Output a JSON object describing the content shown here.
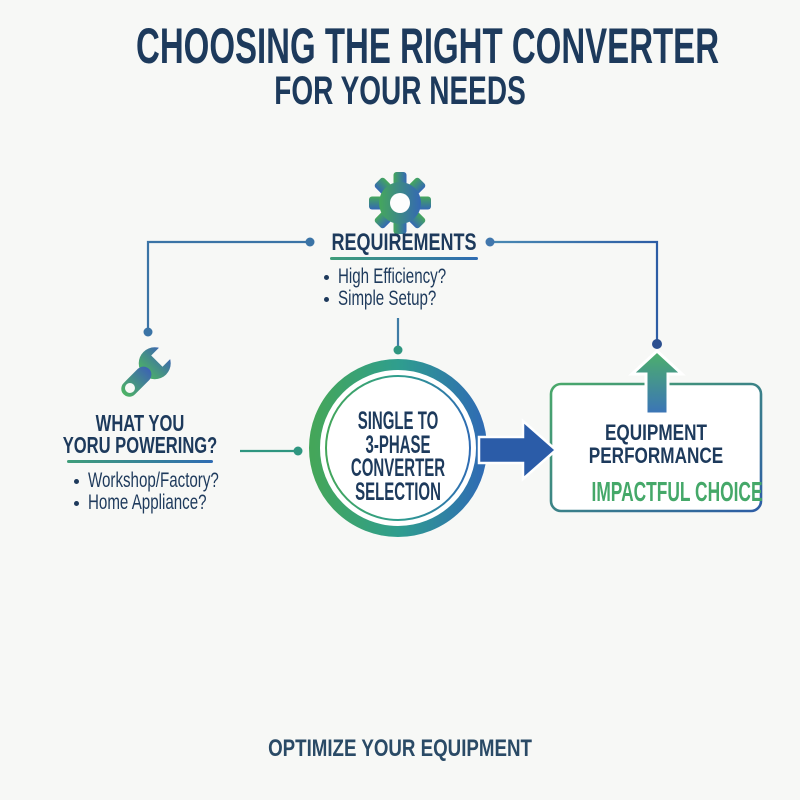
{
  "title": {
    "line1": "CHOOSING THE RIGHT CONVERTER",
    "line2": "FOR YOUR NEEDS"
  },
  "requirements": {
    "label": "REQUIREMENTS",
    "items": [
      "High Efficiency?",
      "Simple Setup?"
    ]
  },
  "powering": {
    "label_line1": "WHAT YOU",
    "label_line2": "YORU POWERING?",
    "items": [
      "Workshop/Factory?",
      "Home Appliance?"
    ]
  },
  "decision": {
    "lines": [
      "SINGLE TO",
      "3-PHASE",
      "CONVERTER",
      "SELECTION"
    ]
  },
  "outcome": {
    "line1": "EQUIPMENT",
    "line2": "PERFORMANCE",
    "highlight": "IMPACTFUL CHOICE"
  },
  "footer": {
    "text": "OPTIMIZE YOUR EQUIPMENT"
  },
  "icons": {
    "top": "gear-icon",
    "left": "wrench-icon",
    "flow": "arrow-right-icon",
    "growth": "arrow-up-icon"
  },
  "colors": {
    "background": "#f7f8f6",
    "navy_text": "#1d3a5c",
    "green": "#44a65a",
    "teal": "#2f9680",
    "blue": "#2f6cb3",
    "flow_arrow_blue": "#2b5ca8",
    "highlight_green": "#45a869",
    "connector_blue": "#3b74a6"
  }
}
